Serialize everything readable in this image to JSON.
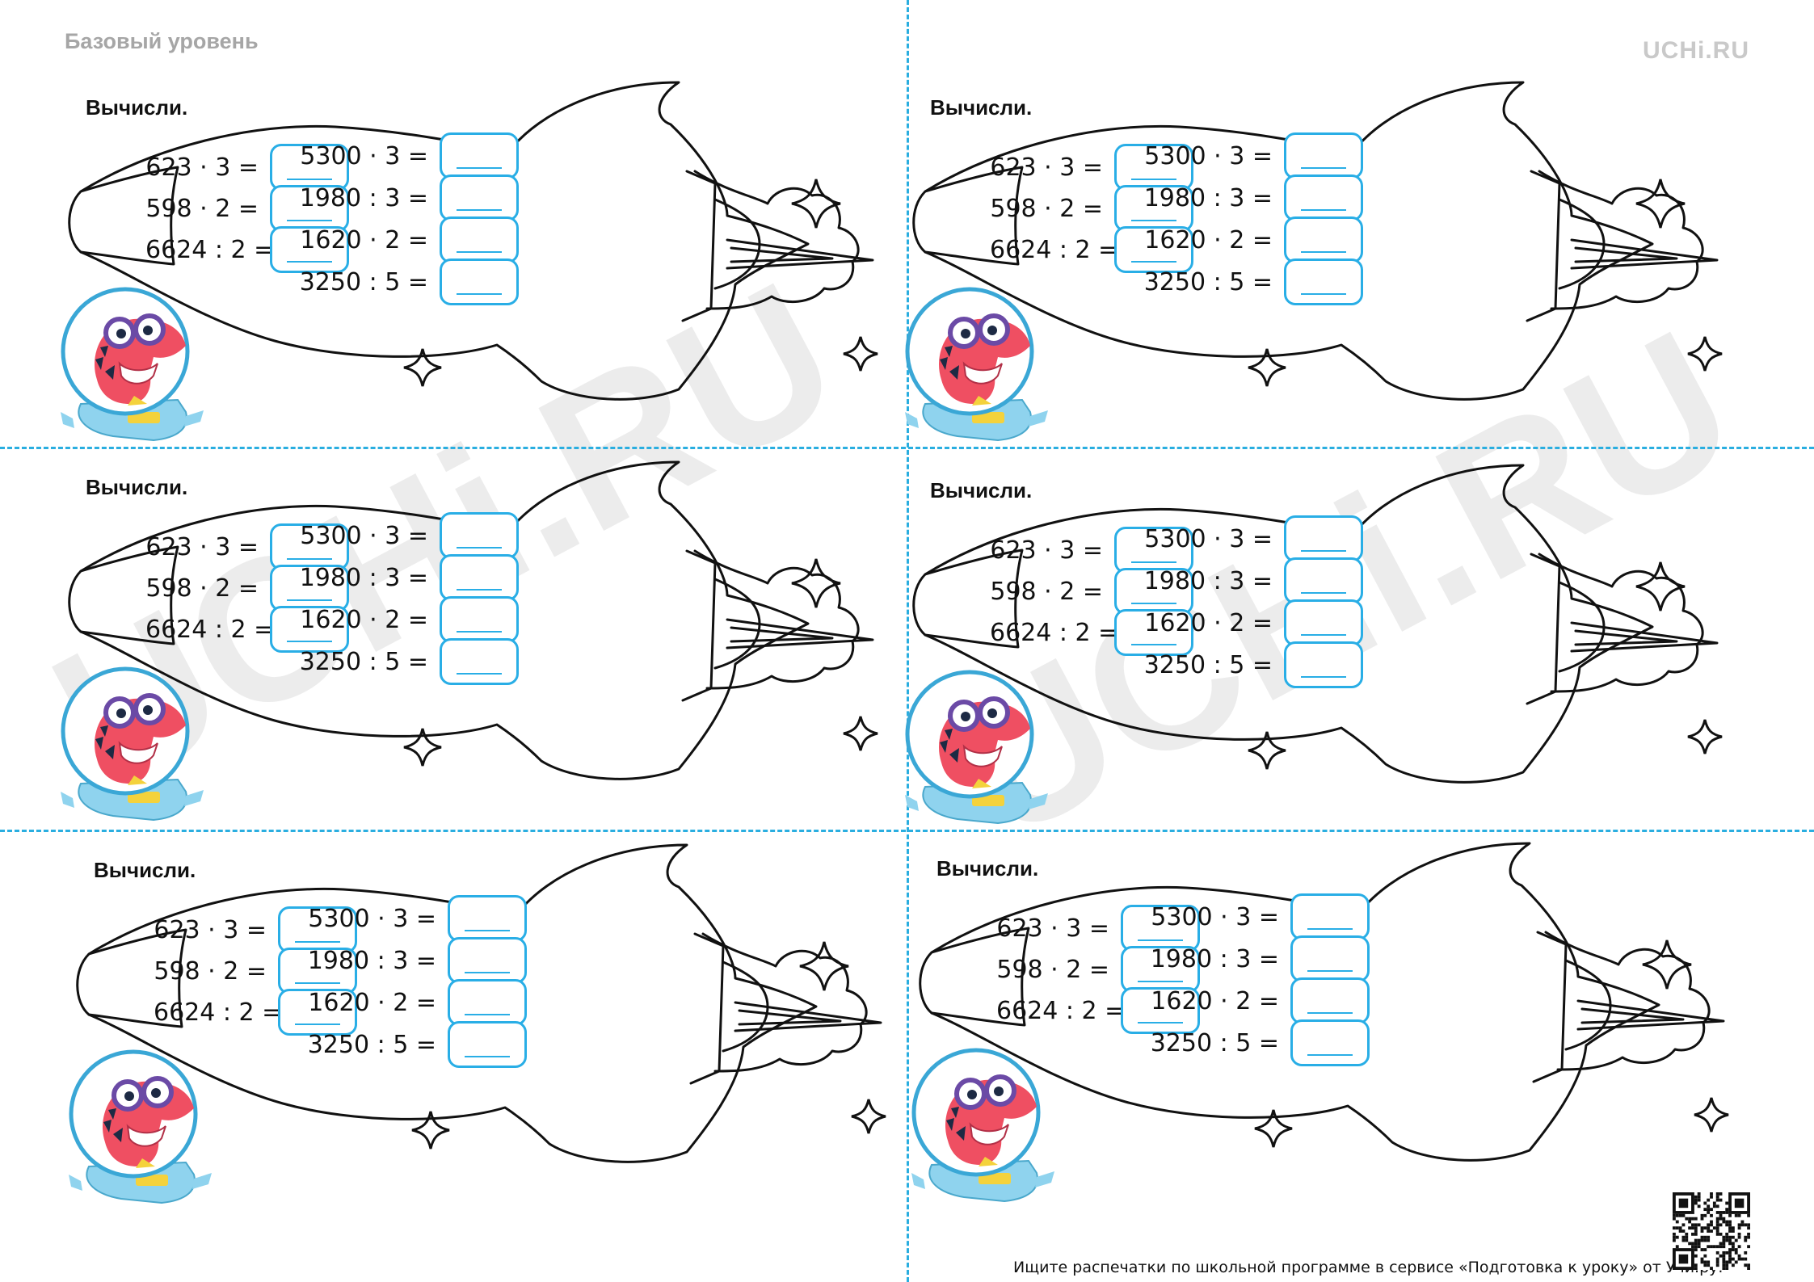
{
  "header": {
    "level_label": "Базовый уровень",
    "logo_text": "UCHi.RU"
  },
  "watermark_text": "UCHi.RU",
  "cards": [
    {
      "title": "Вычисли.",
      "left_equations": [
        "623 · 3 =",
        "598 · 2 =",
        "6624 : 2 ="
      ],
      "right_equations": [
        "5300 · 3 =",
        "1980 : 3 =",
        "1620 · 2 =",
        "3250 : 5 ="
      ]
    },
    {
      "title": "Вычисли.",
      "left_equations": [
        "623 · 3 =",
        "598 · 2 =",
        "6624 : 2 ="
      ],
      "right_equations": [
        "5300 · 3 =",
        "1980 : 3 =",
        "1620 · 2 =",
        "3250 : 5 ="
      ]
    },
    {
      "title": "Вычисли.",
      "left_equations": [
        "623 · 3 =",
        "598 · 2 =",
        "6624 : 2 ="
      ],
      "right_equations": [
        "5300 · 3 =",
        "1980 : 3 =",
        "1620 · 2 =",
        "3250 : 5 ="
      ]
    },
    {
      "title": "Вычисли.",
      "left_equations": [
        "623 · 3 =",
        "598 · 2 =",
        "6624 : 2 ="
      ],
      "right_equations": [
        "5300 · 3 =",
        "1980 : 3 =",
        "1620 · 2 =",
        "3250 : 5 ="
      ]
    },
    {
      "title": "Вычисли.",
      "left_equations": [
        "623 · 3 =",
        "598 · 2 =",
        "6624 : 2 ="
      ],
      "right_equations": [
        "5300 · 3 =",
        "1980 : 3 =",
        "1620 · 2 =",
        "3250 : 5 ="
      ]
    },
    {
      "title": "Вычисли.",
      "left_equations": [
        "623 · 3 =",
        "598 · 2 =",
        "6624 : 2 ="
      ],
      "right_equations": [
        "5300 · 3 =",
        "1980 : 3 =",
        "1620 · 2 =",
        "3250 : 5 ="
      ]
    }
  ],
  "footer": {
    "text": "Ищите распечатки по школьной программе в сервисе «Подготовка к уроку» от Учи.ру."
  },
  "colors": {
    "accent": "#29aee6",
    "watermark": "#ececec",
    "mascot_red": "#ef4f62",
    "mascot_suit": "#8fd3ee"
  },
  "icons": [
    "rocket-outline",
    "sparkle-star-icon",
    "dino-astronaut-mascot",
    "qr-code-icon"
  ]
}
